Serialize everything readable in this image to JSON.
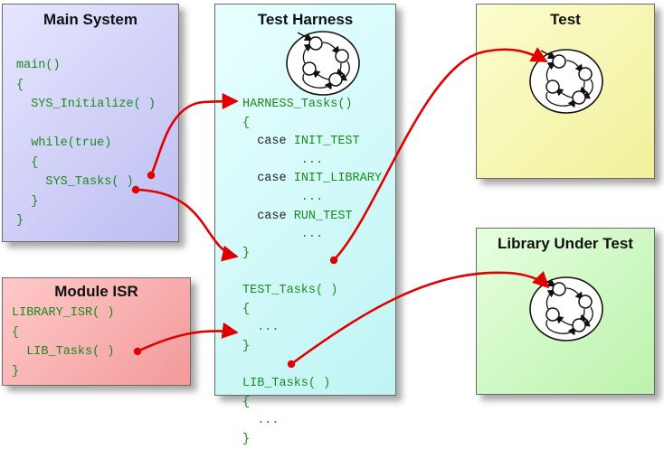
{
  "main_system": {
    "title": "Main System",
    "code": [
      "main()",
      "{",
      "  SYS_Initialize( )",
      "",
      "  while(true)",
      "  {",
      "    SYS_Tasks( )",
      "  }",
      "}"
    ]
  },
  "test_harness": {
    "title": "Test Harness",
    "code": [
      [
        "",
        "HARNESS_Tasks()"
      ],
      [
        "",
        "{"
      ],
      [
        "  case ",
        "INIT_TEST"
      ],
      [
        "",
        "        ..."
      ],
      [
        "  case ",
        "INIT_LIBRARY"
      ],
      [
        "",
        "        ..."
      ],
      [
        "  case ",
        "RUN_TEST"
      ],
      [
        "",
        "        ..."
      ],
      [
        "",
        "}"
      ],
      [
        "",
        ""
      ],
      [
        "",
        "TEST_Tasks( )"
      ],
      [
        "",
        "{"
      ],
      [
        "",
        "  ..."
      ],
      [
        "",
        "}"
      ],
      [
        "",
        ""
      ],
      [
        "",
        "LIB_Tasks( )"
      ],
      [
        "",
        "{"
      ],
      [
        "",
        "  ..."
      ],
      [
        "",
        "}"
      ]
    ]
  },
  "test": {
    "title": "Test"
  },
  "library_under_test": {
    "title": "Library Under Test"
  },
  "module_isr": {
    "title": "Module ISR",
    "code": [
      "LIBRARY_ISR( )",
      "{",
      "  LIB_Tasks( )",
      "}"
    ]
  },
  "colors": {
    "arrow": "#e00000",
    "code_text": "#1b8a1b",
    "main_fill": "#c8c8f6",
    "harness_fill": "#ccf8f8",
    "test_fill": "#f5f5b0",
    "library_fill": "#c9f5bb",
    "isr_fill": "#f6abab"
  }
}
